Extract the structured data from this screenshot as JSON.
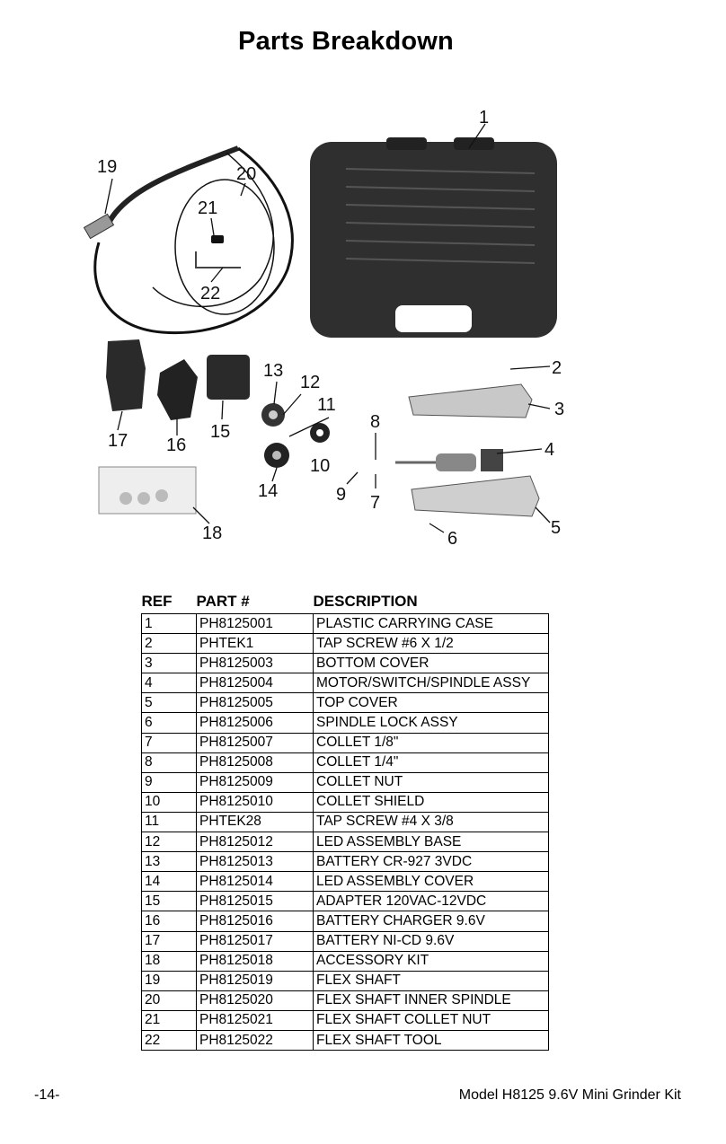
{
  "title": "Parts Breakdown",
  "callouts": [
    "1",
    "2",
    "3",
    "4",
    "5",
    "6",
    "7",
    "8",
    "9",
    "10",
    "11",
    "12",
    "13",
    "14",
    "15",
    "16",
    "17",
    "18",
    "19",
    "20",
    "21",
    "22"
  ],
  "table": {
    "headers": {
      "ref": "REF",
      "part": "PART #",
      "description": "DESCRIPTION"
    },
    "rows": [
      {
        "ref": "1",
        "part": "PH8125001",
        "description": "PLASTIC CARRYING CASE"
      },
      {
        "ref": "2",
        "part": "PHTEK1",
        "description": "TAP SCREW #6 X 1/2"
      },
      {
        "ref": "3",
        "part": "PH8125003",
        "description": "BOTTOM COVER"
      },
      {
        "ref": "4",
        "part": "PH8125004",
        "description": "MOTOR/SWITCH/SPINDLE ASSY"
      },
      {
        "ref": "5",
        "part": "PH8125005",
        "description": "TOP COVER"
      },
      {
        "ref": "6",
        "part": "PH8125006",
        "description": "SPINDLE LOCK ASSY"
      },
      {
        "ref": "7",
        "part": "PH8125007",
        "description": "COLLET 1/8\""
      },
      {
        "ref": "8",
        "part": "PH8125008",
        "description": "COLLET 1/4\""
      },
      {
        "ref": "9",
        "part": "PH8125009",
        "description": "COLLET NUT"
      },
      {
        "ref": "10",
        "part": "PH8125010",
        "description": "COLLET SHIELD"
      },
      {
        "ref": "11",
        "part": "PHTEK28",
        "description": "TAP SCREW #4 X 3/8"
      },
      {
        "ref": "12",
        "part": "PH8125012",
        "description": "LED ASSEMBLY BASE"
      },
      {
        "ref": "13",
        "part": "PH8125013",
        "description": "BATTERY CR-927 3VDC"
      },
      {
        "ref": "14",
        "part": "PH8125014",
        "description": "LED ASSEMBLY COVER"
      },
      {
        "ref": "15",
        "part": "PH8125015",
        "description": "ADAPTER 120VAC-12VDC"
      },
      {
        "ref": "16",
        "part": "PH8125016",
        "description": "BATTERY CHARGER 9.6V"
      },
      {
        "ref": "17",
        "part": "PH8125017",
        "description": "BATTERY NI-CD 9.6V"
      },
      {
        "ref": "18",
        "part": "PH8125018",
        "description": "ACCESSORY KIT"
      },
      {
        "ref": "19",
        "part": "PH8125019",
        "description": "FLEX SHAFT"
      },
      {
        "ref": "20",
        "part": "PH8125020",
        "description": "FLEX SHAFT INNER SPINDLE"
      },
      {
        "ref": "21",
        "part": "PH8125021",
        "description": "FLEX SHAFT COLLET NUT"
      },
      {
        "ref": "22",
        "part": "PH8125022",
        "description": "FLEX SHAFT TOOL"
      }
    ]
  },
  "footer": {
    "page": "-14-",
    "model": "Model H8125 9.6V Mini Grinder Kit"
  }
}
